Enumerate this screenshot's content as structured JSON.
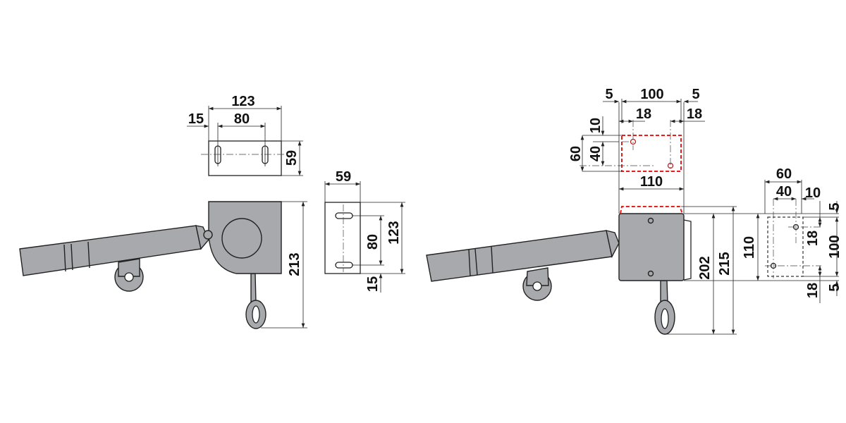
{
  "title": "Actuator mounting dimensions drawing",
  "colors": {
    "part_fill": "#a7a9ac",
    "outline": "#222222",
    "template_red": "#e02020"
  },
  "left_view": {
    "plate_width": "123",
    "slot_offset": "15",
    "slot_spacing": "80",
    "plate_height": "59",
    "overall_height": "213"
  },
  "bracket_view": {
    "width": "59",
    "slot_spacing": "80",
    "height": "123",
    "slot_offset": "15"
  },
  "right_view": {
    "edge_left": "5",
    "hole_span": "100",
    "edge_right": "5",
    "hole_left_offset": "18",
    "hole_right_offset": "18",
    "top_offset": "10",
    "hole_vertical": "40",
    "template_height": "60",
    "template_width": "110",
    "height_202": "202",
    "height_215": "215"
  },
  "side_template": {
    "width": "60",
    "hole_spacing": "40",
    "edge": "10",
    "height": "110",
    "top_edge": "5",
    "hole_offset_top": "18",
    "hole_span": "100",
    "hole_offset_bottom": "18",
    "bottom_edge": "5"
  }
}
